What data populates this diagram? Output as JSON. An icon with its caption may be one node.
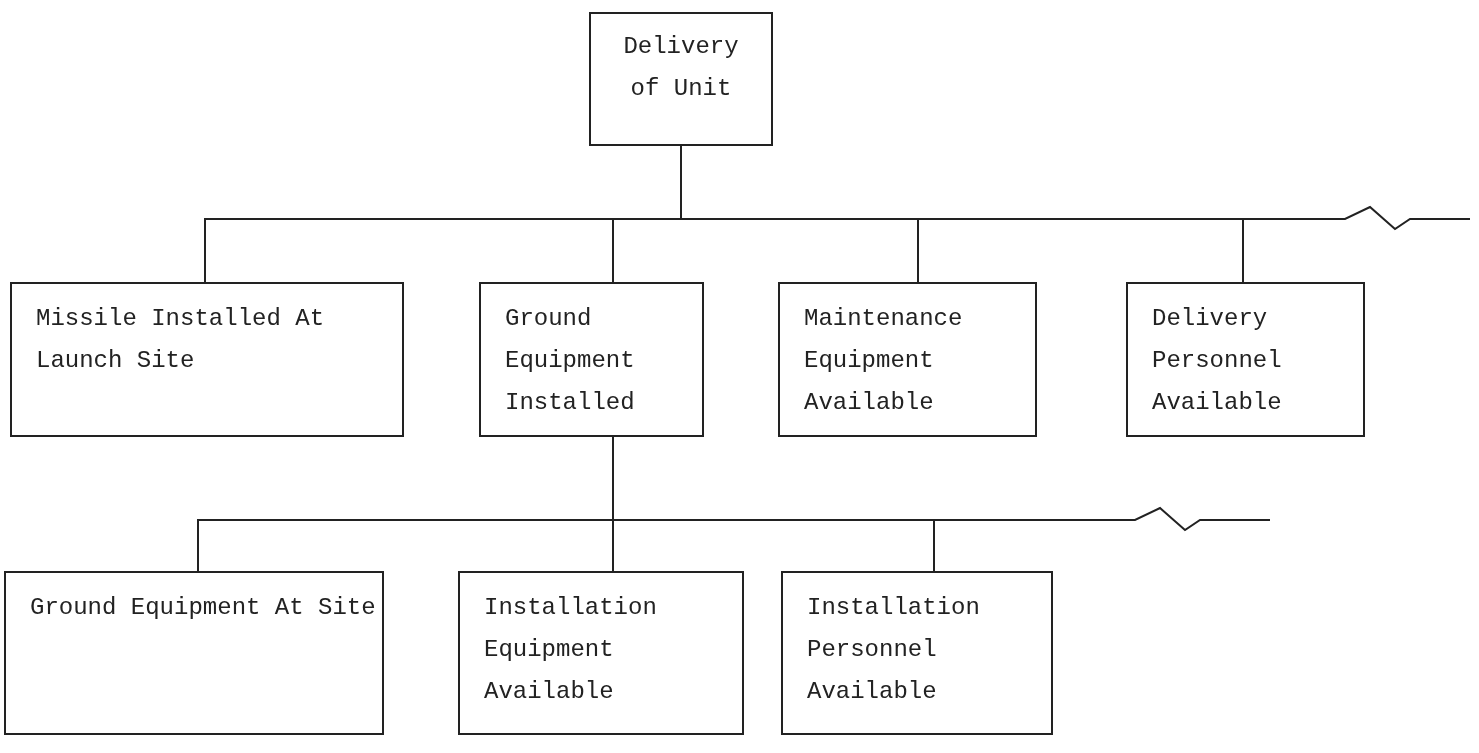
{
  "diagram": {
    "nodes": [
      {
        "text": [
          "Delivery of Unit"
        ]
      },
      {
        "text": [
          "Missile Installed At Launch Site"
        ]
      },
      {
        "text": [
          "Ground Equipment Installed"
        ]
      },
      {
        "text": [
          "Maintenance Equipment Available"
        ]
      },
      {
        "text": [
          "Delivery Personnel Available"
        ]
      },
      {
        "text": [
          "Ground Equipment At Site"
        ]
      },
      {
        "text": [
          "Installation Equipment Available"
        ]
      },
      {
        "text": [
          "Installation Personnel Available"
        ]
      }
    ],
    "edges": [
      {
        "from": 0,
        "to": 1,
        "arrow": "none"
      },
      {
        "from": 0,
        "to": 2,
        "arrow": "none"
      },
      {
        "from": 0,
        "to": 3,
        "arrow": "none"
      },
      {
        "from": 0,
        "to": 4,
        "arrow": "none"
      },
      {
        "from": 0,
        "to": null,
        "arrow": "none"
      },
      {
        "from": 2,
        "to": 5,
        "arrow": "none"
      },
      {
        "from": 2,
        "to": 6,
        "arrow": "none"
      },
      {
        "from": 2,
        "to": 7,
        "arrow": "none"
      },
      {
        "from": 2,
        "to": null,
        "arrow": "none"
      }
    ]
  }
}
